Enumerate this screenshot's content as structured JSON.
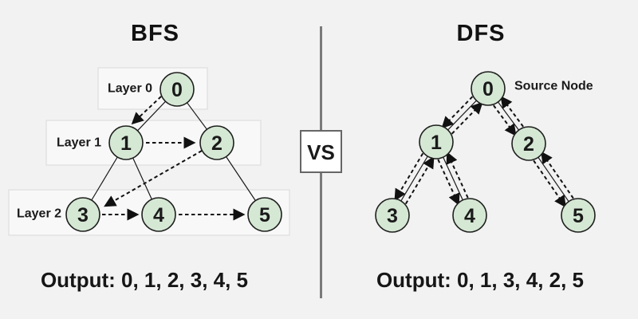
{
  "bfs": {
    "title": "BFS",
    "layer_labels": [
      "Layer 0",
      "Layer 1",
      "Layer 2"
    ],
    "node_labels": [
      "0",
      "1",
      "2",
      "3",
      "4",
      "5"
    ],
    "tree_edges": [
      "0-1",
      "0-2",
      "1-3",
      "1-4",
      "2-5"
    ],
    "visit_arrows": [
      "0→1",
      "1→2",
      "2→3",
      "3→4",
      "4→5"
    ],
    "output": "Output: 0, 1, 2, 3, 4, 5"
  },
  "divider": {
    "label": "VS"
  },
  "dfs": {
    "title": "DFS",
    "source_annotation": "Source Node",
    "node_labels": [
      "0",
      "1",
      "2",
      "3",
      "4",
      "5"
    ],
    "tree_edges": [
      "0-1",
      "0-2",
      "1-3",
      "1-4",
      "2-5"
    ],
    "visit_arrows": [
      "0↔1",
      "0↔2",
      "1↔3",
      "1↔4",
      "2↔5"
    ],
    "output": "Output: 0, 1, 3, 4, 2, 5"
  },
  "colors": {
    "background": "#f2f2f2",
    "layer_box_fill": "#f8f8f8",
    "layer_box_border": "#d9d9d9",
    "node_fill": "#d5e8d4",
    "node_border": "#1f1f1f",
    "edge": "#1a1a1a",
    "divider": "#7a7a7a",
    "vs_fill": "#ffffff",
    "vs_border": "#666666",
    "text": "#111111"
  }
}
